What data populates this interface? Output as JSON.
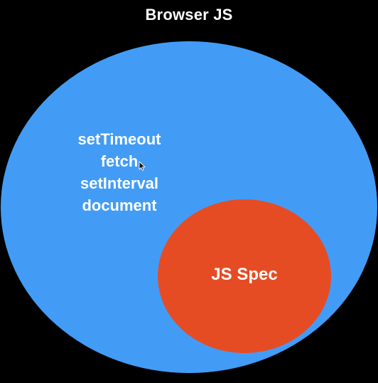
{
  "title": "Browser JS",
  "outer": {
    "color": "#429cf6",
    "items": [
      "setTimeout",
      "fetch",
      "setInterval",
      "document"
    ]
  },
  "inner": {
    "label": "JS Spec",
    "color": "#e64c24"
  },
  "pointer": {
    "icon": "mouse-cursor-icon"
  }
}
